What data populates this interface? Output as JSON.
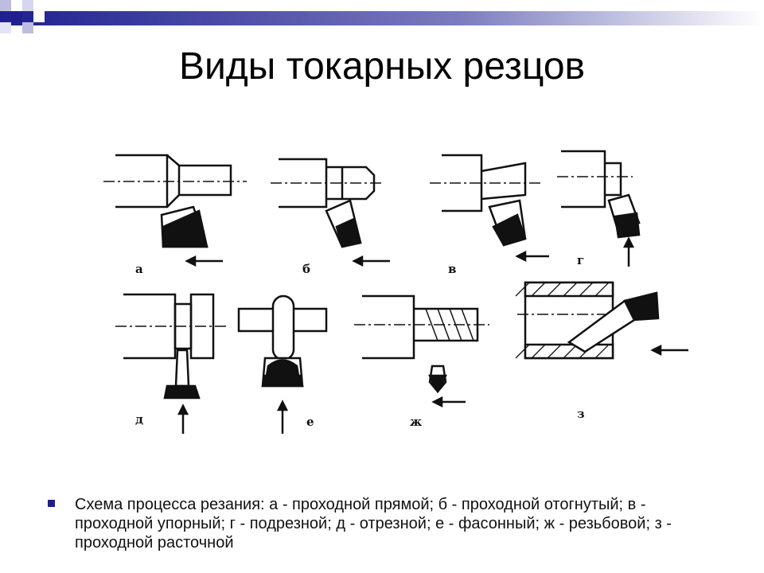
{
  "slide": {
    "title": "Виды токарных резцов",
    "caption": "Схема процесса резания: а - проходной прямой; б - проходной отогнутый; в - проходной упорный; г - подрезной; д - отрезной; е - фасонный; ж - резьбовой; з - проходной расточной",
    "accent_color": "#1f1f8f"
  },
  "figure": {
    "labels": {
      "a": "а",
      "b": "б",
      "v": "в",
      "g": "г",
      "d": "д",
      "e": "е",
      "zh": "ж",
      "z": "з"
    }
  }
}
